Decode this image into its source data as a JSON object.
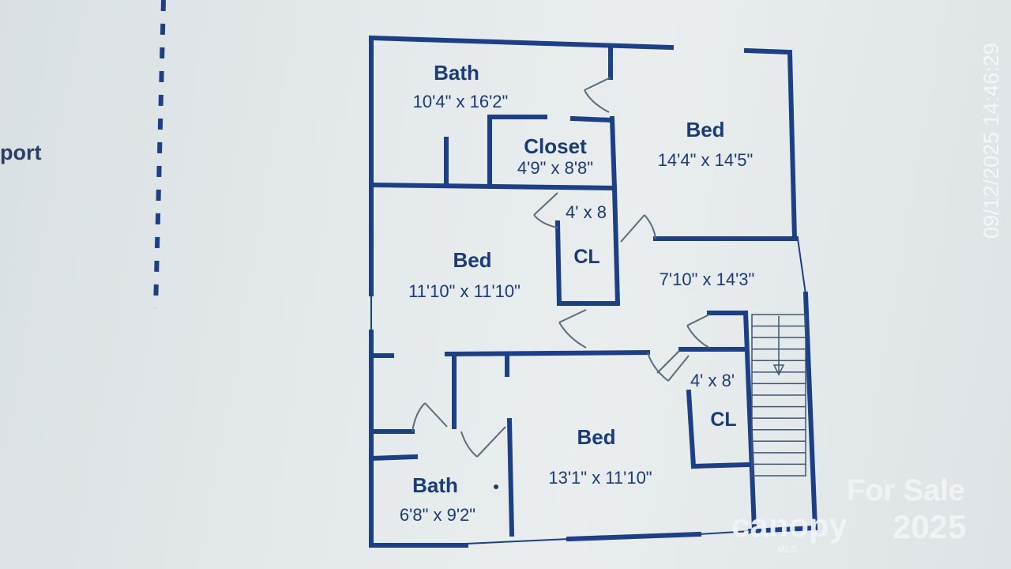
{
  "side_label": "port",
  "rooms": [
    {
      "name": "Bath",
      "dims": "10'4\" x 16'2\""
    },
    {
      "name": "Closet",
      "dims": "4'9\" x 8'8\""
    },
    {
      "name": "Bed",
      "dims": "14'4\" x 14'5\""
    },
    {
      "name": "Bed",
      "dims": "11'10\" x 11'10\""
    },
    {
      "name": "",
      "dims": "7'10\" x 14'3\""
    },
    {
      "name": "Bed",
      "dims": "13'1\" x 11'10\""
    },
    {
      "name": "Bath",
      "dims": "6'8\" x 9'2\""
    }
  ],
  "closets": [
    {
      "name": "CL",
      "dims": "4' x 8"
    },
    {
      "name": "CL",
      "dims": "4' x 8'"
    }
  ],
  "timestamp": "09/12/2025 14:46:29",
  "watermark": {
    "line1": "For Sale",
    "brand": "canopy",
    "brand_sub": "MLS",
    "year": "2025"
  },
  "colors": {
    "wall": "#1c3f86",
    "text": "#1b3a78",
    "paper": "#e6ebed"
  }
}
